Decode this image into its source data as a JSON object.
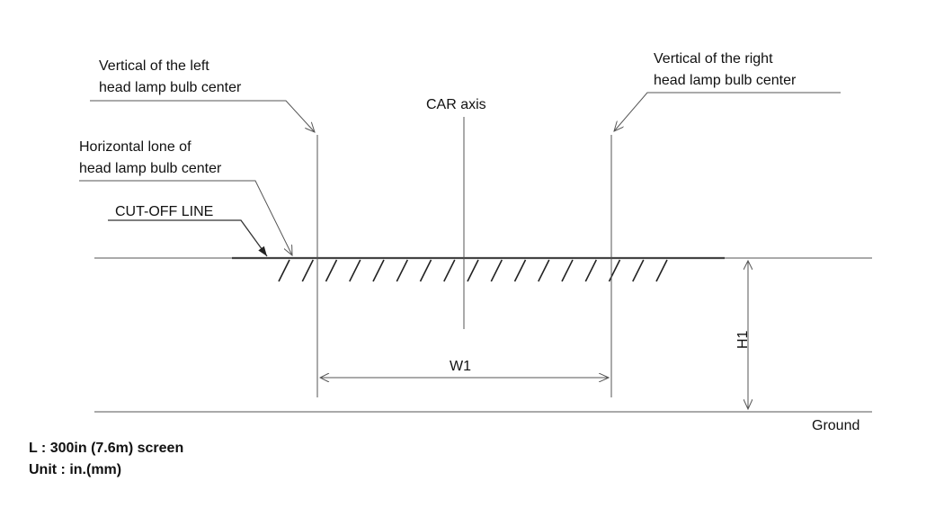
{
  "labels": {
    "vertical_left_line1": "Vertical of the left",
    "vertical_left_line2": "head lamp bulb center",
    "vertical_right_line1": "Vertical of the right",
    "vertical_right_line2": "head lamp bulb center",
    "car_axis": "CAR axis",
    "horizontal_line1": "Horizontal lone of",
    "horizontal_line2": "head lamp bulb center",
    "cutoff_line": "CUT-OFF LINE",
    "w1": "W1",
    "h1": "H1",
    "ground": "Ground"
  },
  "notes": {
    "screen_distance": "L : 300in (7.6m) screen",
    "unit": "Unit : in.(mm)"
  },
  "colors": {
    "line": "#555555",
    "text": "#111111",
    "background": "#ffffff"
  }
}
